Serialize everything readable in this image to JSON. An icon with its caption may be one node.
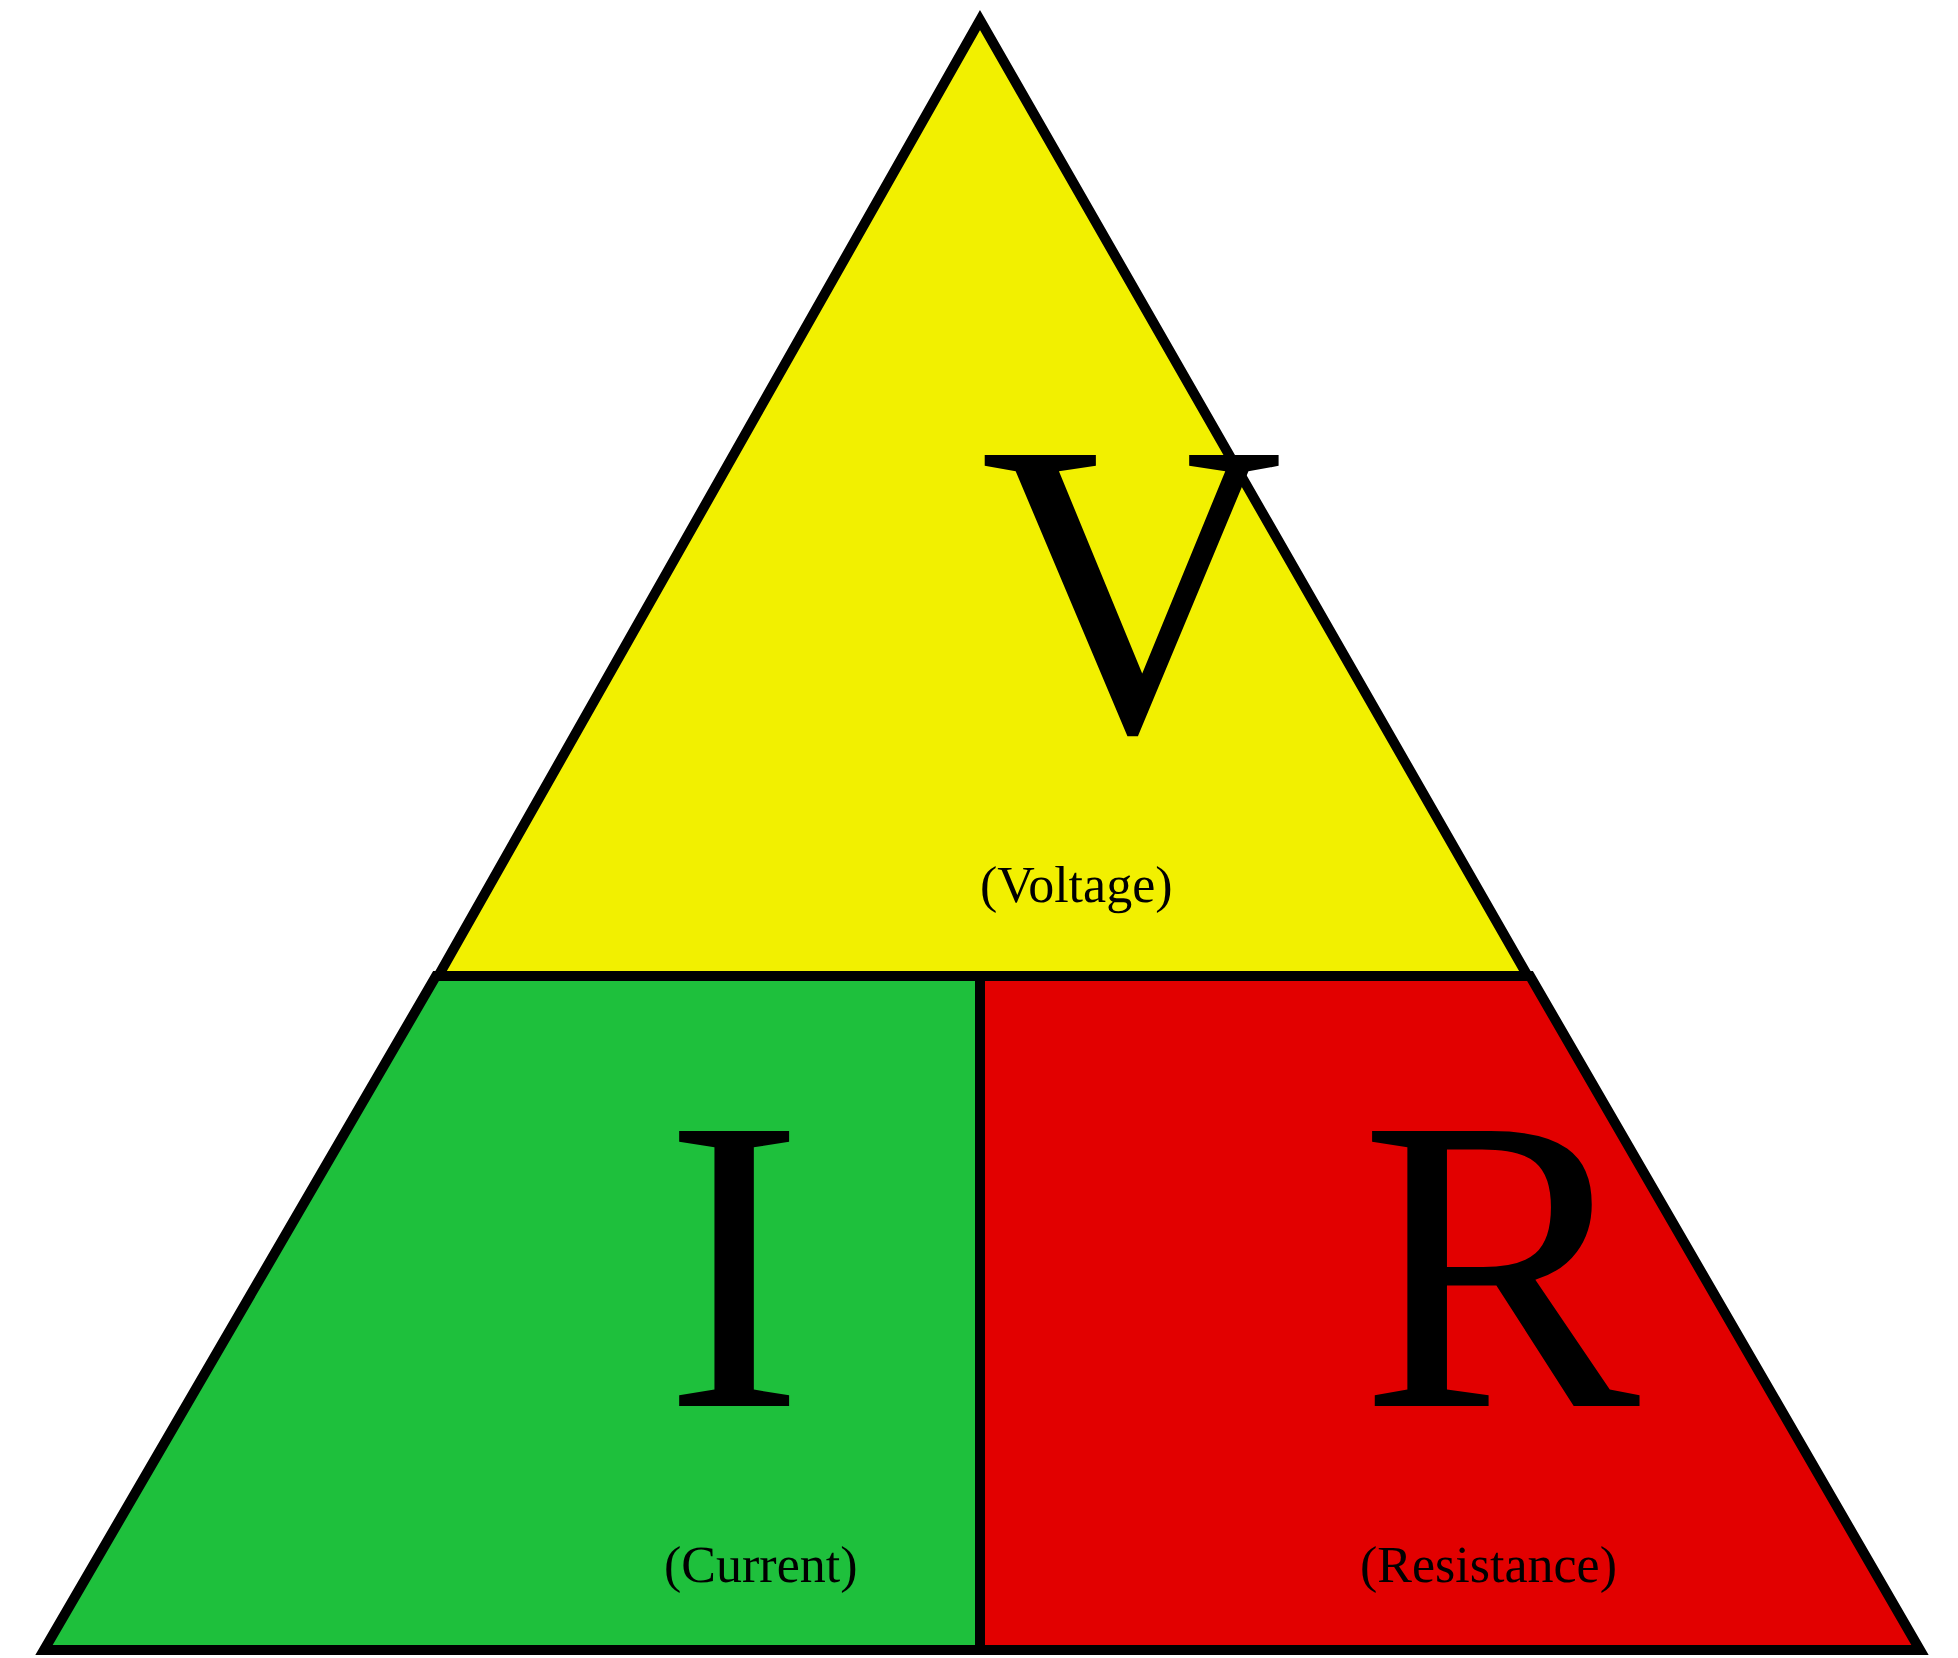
{
  "diagram": {
    "nodes": [
      {
        "text": [
          "V",
          "(Voltage)"
        ]
      },
      {
        "text": [
          "I",
          "(Current)"
        ]
      },
      {
        "text": [
          "R",
          "(Resistance)"
        ]
      }
    ]
  }
}
